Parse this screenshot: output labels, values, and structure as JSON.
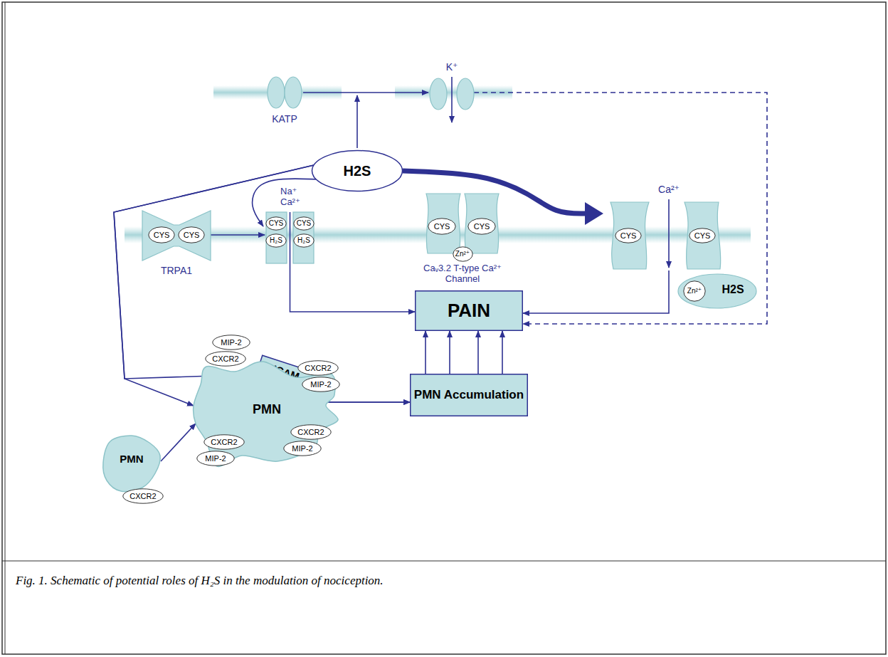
{
  "diagram": {
    "caption": "Fig. 1. Schematic of potential roles of H₂S in the modulation of nociception.",
    "nodes": [
      {
        "text": [
          "H2S"
        ]
      },
      {
        "text": [
          "KATP"
        ]
      },
      {
        "text": [
          "K⁺"
        ]
      },
      {
        "text": [
          "TRPA1"
        ]
      },
      {
        "text": [
          "CYS"
        ],
        "in": 3
      },
      {
        "text": [
          "CYS"
        ],
        "in": 3
      },
      {
        "text": [
          "Na⁺ Ca²⁺"
        ]
      },
      {
        "text": [
          "CYS"
        ],
        "in": 6
      },
      {
        "text": [
          "H₂S"
        ],
        "in": 6
      },
      {
        "text": [
          "CYS"
        ],
        "in": 6
      },
      {
        "text": [
          "H₂S"
        ],
        "in": 6
      },
      {
        "text": [
          "Caᵥ3.2 T-type Ca²⁺ Channel"
        ]
      },
      {
        "text": [
          "CYS"
        ],
        "in": 11
      },
      {
        "text": [
          "CYS"
        ],
        "in": 11
      },
      {
        "text": [
          "Zn²⁺"
        ],
        "in": 11
      },
      {
        "text": [
          "Ca²⁺"
        ]
      },
      {
        "text": [
          "CYS"
        ],
        "in": 15
      },
      {
        "text": [
          "CYS"
        ],
        "in": 15
      },
      {
        "text": [
          "H2S"
        ]
      },
      {
        "text": [
          "Zn²⁺"
        ],
        "in": 18
      },
      {
        "text": [
          "PAIN"
        ]
      },
      {
        "text": [
          "PMN Accumulation"
        ]
      },
      {
        "text": [
          "ICAM"
        ]
      },
      {
        "text": [
          "PMN"
        ]
      },
      {
        "text": [
          "CXCR2"
        ],
        "in": 23
      },
      {
        "text": [
          "PMN"
        ]
      },
      {
        "text": [
          "MIP-2"
        ],
        "in": 25
      },
      {
        "text": [
          "CXCR2"
        ],
        "in": 25
      },
      {
        "text": [
          "CXCR2"
        ],
        "in": 25
      },
      {
        "text": [
          "MIP-2"
        ],
        "in": 25
      },
      {
        "text": [
          "CXCR2"
        ],
        "in": 25
      },
      {
        "text": [
          "MIP-2"
        ],
        "in": 25
      },
      {
        "text": [
          "CXCR2"
        ],
        "in": 25
      },
      {
        "text": [
          "MIP-2"
        ],
        "in": 25
      }
    ],
    "edges": [
      {
        "from": 1,
        "to": 2,
        "arrow": "to"
      },
      {
        "from": 2,
        "to": 20,
        "arrow": "to"
      },
      {
        "from": 0,
        "to": 6,
        "arrow": "to"
      },
      {
        "from": 3,
        "to": 6,
        "arrow": "to"
      },
      {
        "from": 0,
        "to": 15,
        "arrow": "to"
      },
      {
        "from": 6,
        "to": 20,
        "arrow": "to"
      },
      {
        "from": 15,
        "to": 20,
        "arrow": "to"
      },
      {
        "from": 0,
        "to": 22,
        "arrow": "to"
      },
      {
        "from": 0,
        "to": 25,
        "arrow": "to"
      },
      {
        "from": 23,
        "to": 25,
        "arrow": "to"
      },
      {
        "from": 25,
        "to": 21,
        "arrow": "to"
      },
      {
        "from": 22,
        "to": 21,
        "arrow": "to"
      },
      {
        "from": 21,
        "to": 20,
        "arrow": "to"
      },
      {
        "from": 21,
        "to": 20,
        "arrow": "to"
      },
      {
        "from": 21,
        "to": 20,
        "arrow": "to"
      },
      {
        "from": 21,
        "to": 20,
        "arrow": "to"
      }
    ]
  }
}
